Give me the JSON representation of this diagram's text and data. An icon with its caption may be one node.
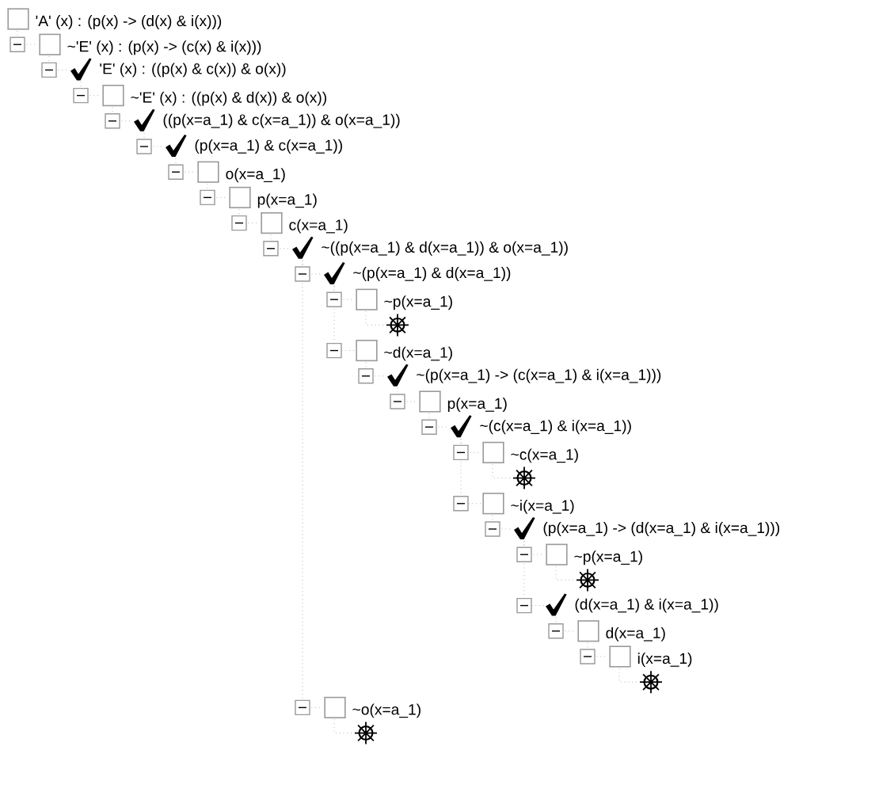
{
  "diagram": {
    "nodes": [
      {
        "text": [
          "'A' (x) : (p(x) -> (d(x) & i(x)))"
        ]
      },
      {
        "text": [
          "~'E' (x) : (p(x) -> (c(x) & i(x)))"
        ]
      },
      {
        "text": [
          "'E' (x) : ((p(x) & c(x)) & o(x))"
        ]
      },
      {
        "text": [
          "~'E' (x) : ((p(x) & d(x)) & o(x))"
        ]
      },
      {
        "text": [
          "((p(x=a_1) & c(x=a_1)) & o(x=a_1))"
        ]
      },
      {
        "text": [
          "(p(x=a_1) & c(x=a_1))"
        ]
      },
      {
        "text": [
          "o(x=a_1)"
        ]
      },
      {
        "text": [
          "p(x=a_1)"
        ]
      },
      {
        "text": [
          "c(x=a_1)"
        ]
      },
      {
        "text": [
          "~((p(x=a_1) & d(x=a_1)) & o(x=a_1))"
        ]
      },
      {
        "text": [
          "~(p(x=a_1) & d(x=a_1))"
        ]
      },
      {
        "text": [
          "~p(x=a_1)"
        ]
      },
      {
        "text": [],
        "shape": "wheel"
      },
      {
        "text": [
          "~d(x=a_1)"
        ]
      },
      {
        "text": [
          "~(p(x=a_1) -> (c(x=a_1) & i(x=a_1)))"
        ]
      },
      {
        "text": [
          "p(x=a_1)"
        ]
      },
      {
        "text": [
          "~(c(x=a_1) & i(x=a_1))"
        ]
      },
      {
        "text": [
          "~c(x=a_1)"
        ]
      },
      {
        "text": [],
        "shape": "wheel"
      },
      {
        "text": [
          "~i(x=a_1)"
        ]
      },
      {
        "text": [
          "(p(x=a_1) -> (d(x=a_1) & i(x=a_1)))"
        ]
      },
      {
        "text": [
          "~p(x=a_1)"
        ]
      },
      {
        "text": [],
        "shape": "wheel"
      },
      {
        "text": [
          "(d(x=a_1) & i(x=a_1))"
        ]
      },
      {
        "text": [
          "d(x=a_1)"
        ]
      },
      {
        "text": [
          "i(x=a_1)"
        ]
      },
      {
        "text": [],
        "shape": "wheel"
      },
      {
        "text": [
          "~o(x=a_1)"
        ]
      },
      {
        "text": [],
        "shape": "wheel"
      }
    ],
    "edges": [
      {
        "from": 0,
        "to": 1,
        "arrow": "none"
      },
      {
        "from": 1,
        "to": 2,
        "arrow": "none"
      },
      {
        "from": 2,
        "to": 3,
        "arrow": "none"
      },
      {
        "from": 3,
        "to": 4,
        "arrow": "none"
      },
      {
        "from": 4,
        "to": 5,
        "arrow": "none"
      },
      {
        "from": 5,
        "to": 6,
        "arrow": "none"
      },
      {
        "from": 6,
        "to": 7,
        "arrow": "none"
      },
      {
        "from": 7,
        "to": 8,
        "arrow": "none"
      },
      {
        "from": 8,
        "to": 9,
        "arrow": "none"
      },
      {
        "from": 9,
        "to": 10,
        "arrow": "none"
      },
      {
        "from": 10,
        "to": 11,
        "arrow": "none"
      },
      {
        "from": 11,
        "to": 12,
        "arrow": "none"
      },
      {
        "from": 10,
        "to": 13,
        "arrow": "none"
      },
      {
        "from": 13,
        "to": 14,
        "arrow": "none"
      },
      {
        "from": 14,
        "to": 15,
        "arrow": "none"
      },
      {
        "from": 15,
        "to": 16,
        "arrow": "none"
      },
      {
        "from": 16,
        "to": 17,
        "arrow": "none"
      },
      {
        "from": 17,
        "to": 18,
        "arrow": "none"
      },
      {
        "from": 16,
        "to": 19,
        "arrow": "none"
      },
      {
        "from": 19,
        "to": 20,
        "arrow": "none"
      },
      {
        "from": 20,
        "to": 21,
        "arrow": "none"
      },
      {
        "from": 21,
        "to": 22,
        "arrow": "none"
      },
      {
        "from": 20,
        "to": 23,
        "arrow": "none"
      },
      {
        "from": 23,
        "to": 24,
        "arrow": "none"
      },
      {
        "from": 24,
        "to": 25,
        "arrow": "none"
      },
      {
        "from": 25,
        "to": 26,
        "arrow": "none"
      },
      {
        "from": 9,
        "to": 27,
        "arrow": "none"
      },
      {
        "from": 27,
        "to": 28,
        "arrow": "none"
      }
    ]
  }
}
